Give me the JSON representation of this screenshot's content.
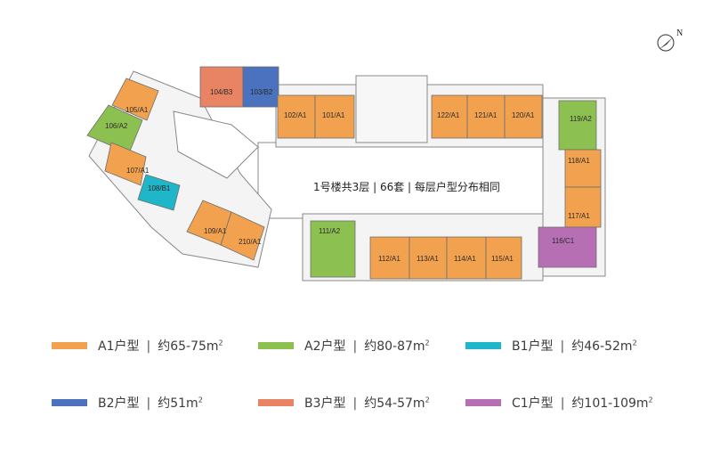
{
  "compass": {
    "label": "N"
  },
  "plan": {
    "note": "1号楼共3层 | 66套 | 每层户型分布相同",
    "units": {
      "u104": "104/B3",
      "u103": "103/B2",
      "u102": "102/A1",
      "u101": "101/A1",
      "u122": "122/A1",
      "u121": "121/A1",
      "u120": "120/A1",
      "u119": "119/A2",
      "u118": "118/A1",
      "u117": "117/A1",
      "u116": "116/C1",
      "u115": "115/A1",
      "u114": "114/A1",
      "u113": "113/A1",
      "u112": "112/A1",
      "u111": "111/A2",
      "u105": "105/A1",
      "u106": "106/A2",
      "u107": "107/A1",
      "u108": "108/B1",
      "u109": "109/A1",
      "u210": "210/A1"
    }
  },
  "colors": {
    "A1": "#f2a24f",
    "A2": "#8cc152",
    "B1": "#1fb6c9",
    "B2": "#4a72bf",
    "B3": "#e88463",
    "C1": "#b76fb4"
  },
  "legend": [
    {
      "type": "A1户型",
      "area": "约65-75m",
      "unit_sup": "2",
      "color": "#f2a24f"
    },
    {
      "type": "A2户型",
      "area": "约80-87m",
      "unit_sup": "2",
      "color": "#8cc152"
    },
    {
      "type": "B1户型",
      "area": "约46-52m",
      "unit_sup": "2",
      "color": "#1fb6c9"
    },
    {
      "type": "B2户型",
      "area": "约51m",
      "unit_sup": "2",
      "color": "#4a72bf"
    },
    {
      "type": "B3户型",
      "area": "约54-57m",
      "unit_sup": "2",
      "color": "#e88463"
    },
    {
      "type": "C1户型",
      "area": "约101-109m",
      "unit_sup": "2",
      "color": "#b76fb4"
    }
  ]
}
